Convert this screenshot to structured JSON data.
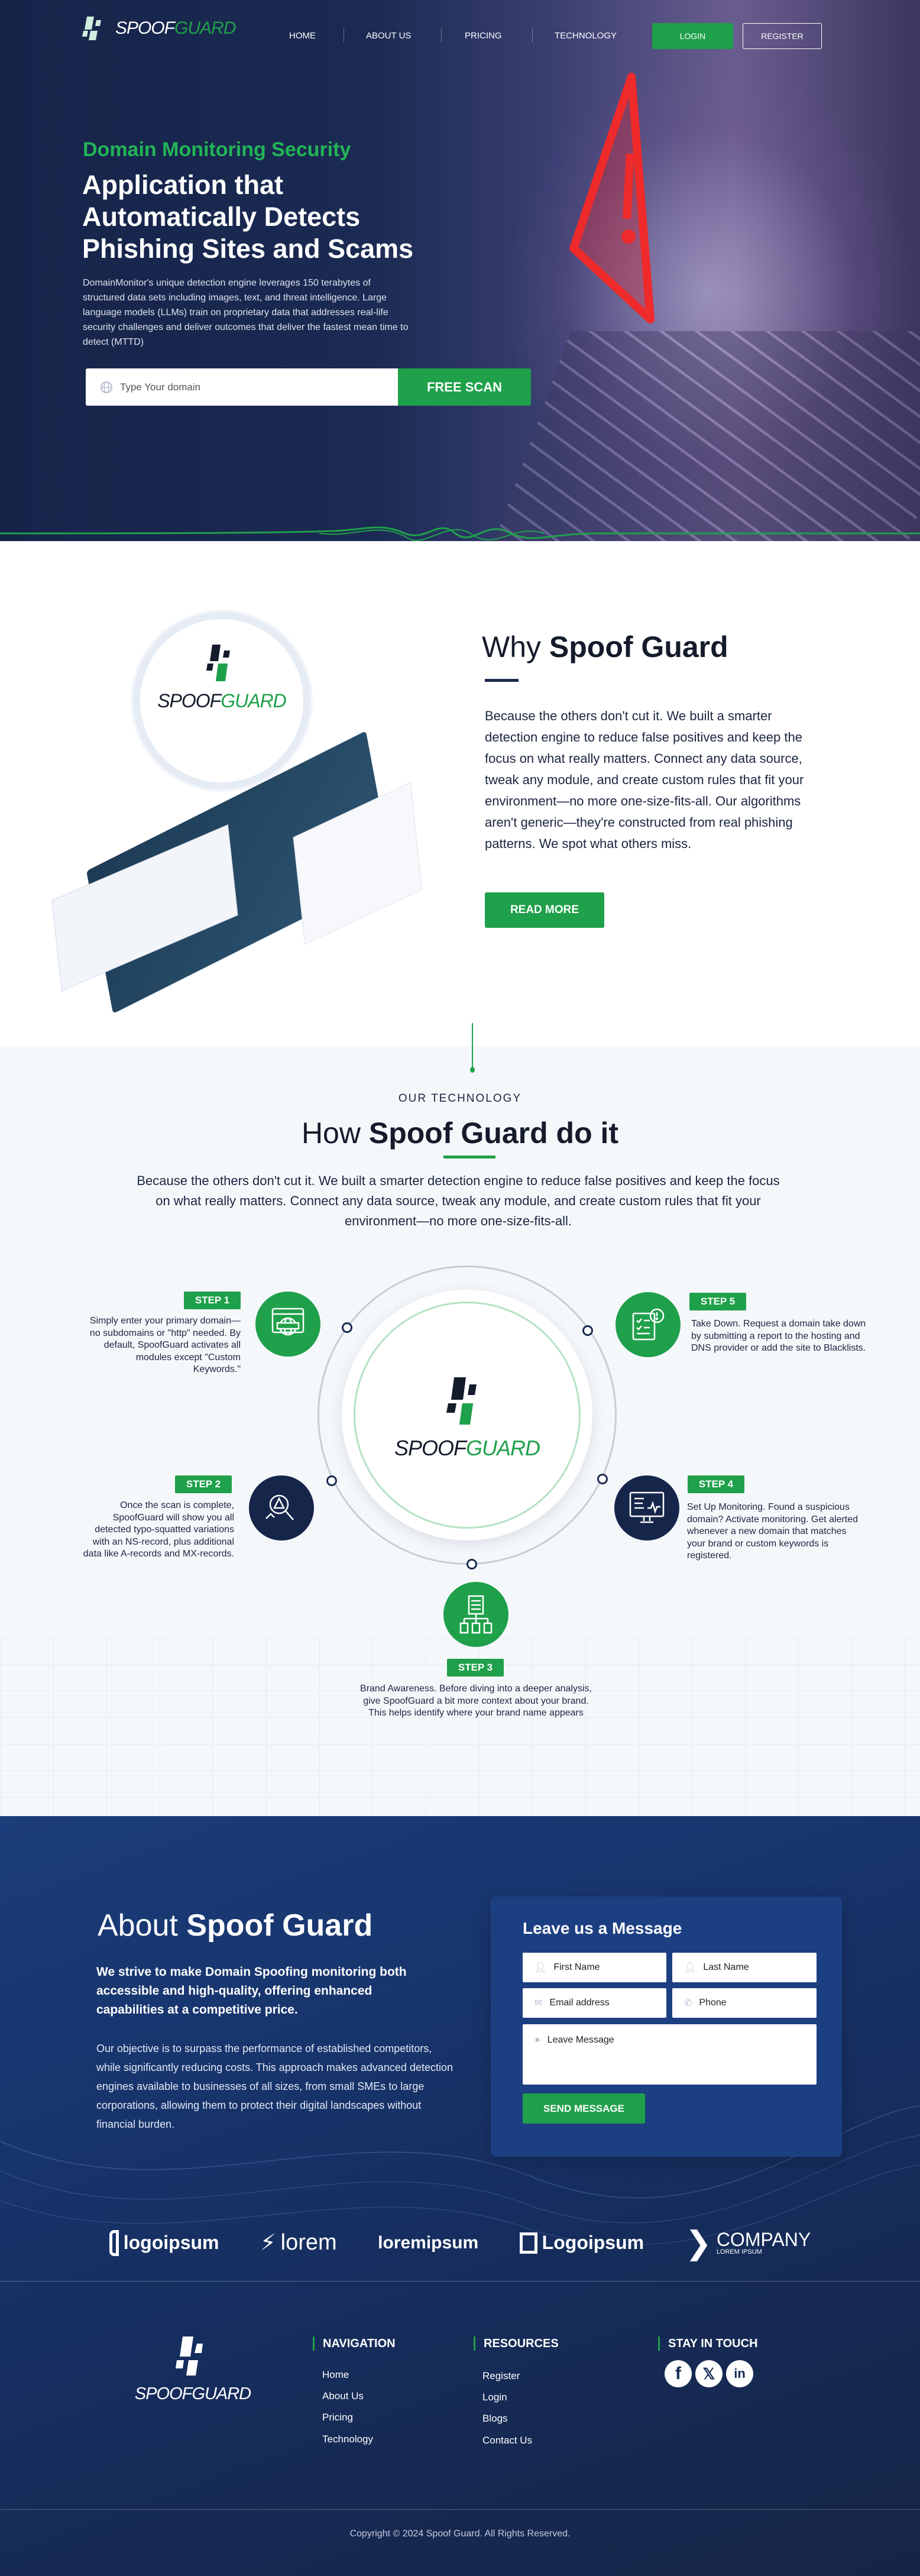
{
  "brand": {
    "name_a": "SPOOF",
    "name_b": "GUARD",
    "green": "#1fa04a",
    "navy": "#16254a"
  },
  "nav": {
    "items": [
      "HOME",
      "ABOUT US",
      "PRICING",
      "TECHNOLOGY"
    ],
    "login": "LOGIN",
    "register": "REGISTER"
  },
  "hero": {
    "eyebrow": "Domain Monitoring Security",
    "title_lines": [
      "Application that",
      "Automatically Detects",
      "Phishing Sites and Scams"
    ],
    "description": "DomainMonitor's unique detection engine leverages 150 terabytes of structured data sets including images, text, and threat intelligence. Large language models (LLMs) train on proprietary data that addresses real-life security challenges and deliver outcomes that deliver the fastest mean time to detect (MTTD)",
    "search_placeholder": "Type Your domain",
    "scan_button": "FREE SCAN"
  },
  "why": {
    "title_light": "Why",
    "title_bold": "Spoof Guard",
    "body": "Because the others don't cut it. We built a smarter detection engine to reduce false positives and keep the focus on what really matters. Connect any data source, tweak any module, and create custom rules that fit your environment—no more one-size-fits-all. Our algorithms aren't generic—they're constructed from real phishing patterns. We spot what others miss.",
    "button": "READ MORE"
  },
  "tech": {
    "eyebrow": "OUR TECHNOLOGY",
    "title_light": "How",
    "title_bold": "Spoof Guard do it",
    "body": "Because the others don't cut it. We built a smarter detection engine to reduce false positives and keep the focus on what really matters. Connect any data source, tweak any module, and create custom rules that fit your environment—no more one-size-fits-all.",
    "steps": [
      {
        "label": "STEP 1",
        "text": "Simply enter your primary domain—no subdomains or \"http\" needed. By default, SpoofGuard activates all modules except \"Custom Keywords.\"",
        "icon": "globe-browser-icon"
      },
      {
        "label": "STEP 2",
        "text": "Once the scan is complete, SpoofGuard will show you all detected typo-squatted variations with an NS-record, plus additional data like A-records and MX-records.",
        "icon": "search-alert-icon"
      },
      {
        "label": "STEP 3",
        "text": "Brand Awareness. Before diving into a deeper analysis, give SpoofGuard a bit more context about your brand. This helps identify where your brand name appears",
        "icon": "sitemap-icon"
      },
      {
        "label": "STEP 4",
        "text": "Set Up Monitoring. Found a suspicious domain? Activate monitoring. Get alerted whenever a new domain that matches your brand or custom keywords is registered.",
        "icon": "monitor-chart-icon"
      },
      {
        "label": "STEP 5",
        "text": "Take Down. Request a domain take down by submitting a report to the hosting and DNS provider or add the site to Blacklists.",
        "icon": "checklist-gear-icon"
      }
    ]
  },
  "about": {
    "title_light": "About",
    "title_bold": "Spoof Guard",
    "lead": "We strive to make Domain Spoofing monitoring both accessible and high-quality, offering enhanced capabilities at a competitive price.",
    "body": "Our objective is to surpass the performance of established competitors, while significantly reducing costs. This approach makes advanced detection engines available to businesses of all sizes, from small SMEs to large corporations, allowing them to protect their digital landscapes without financial burden."
  },
  "form": {
    "title": "Leave us a Message",
    "first_name": "First Name",
    "last_name": "Last Name",
    "email": "Email address",
    "phone": "Phone",
    "message": "Leave Message",
    "submit": "SEND MESSAGE"
  },
  "partners": [
    "logoipsum",
    "lorem",
    "loremipsum",
    "Logoipsum",
    "COMPANY"
  ],
  "partner_sub": "LOREM IPSUM",
  "footer": {
    "nav_title": "NAVIGATION",
    "nav_links": [
      "Home",
      "About Us",
      "Pricing",
      "Technology"
    ],
    "res_title": "RESOURCES",
    "res_links": [
      "Register",
      "Login",
      "Blogs",
      "Contact Us"
    ],
    "touch_title": "STAY IN TOUCH",
    "social": [
      "facebook-icon",
      "x-icon",
      "linkedin-icon"
    ],
    "copyright": "Copyright © 2024 Spoof Guard. All Rights Reserved."
  }
}
